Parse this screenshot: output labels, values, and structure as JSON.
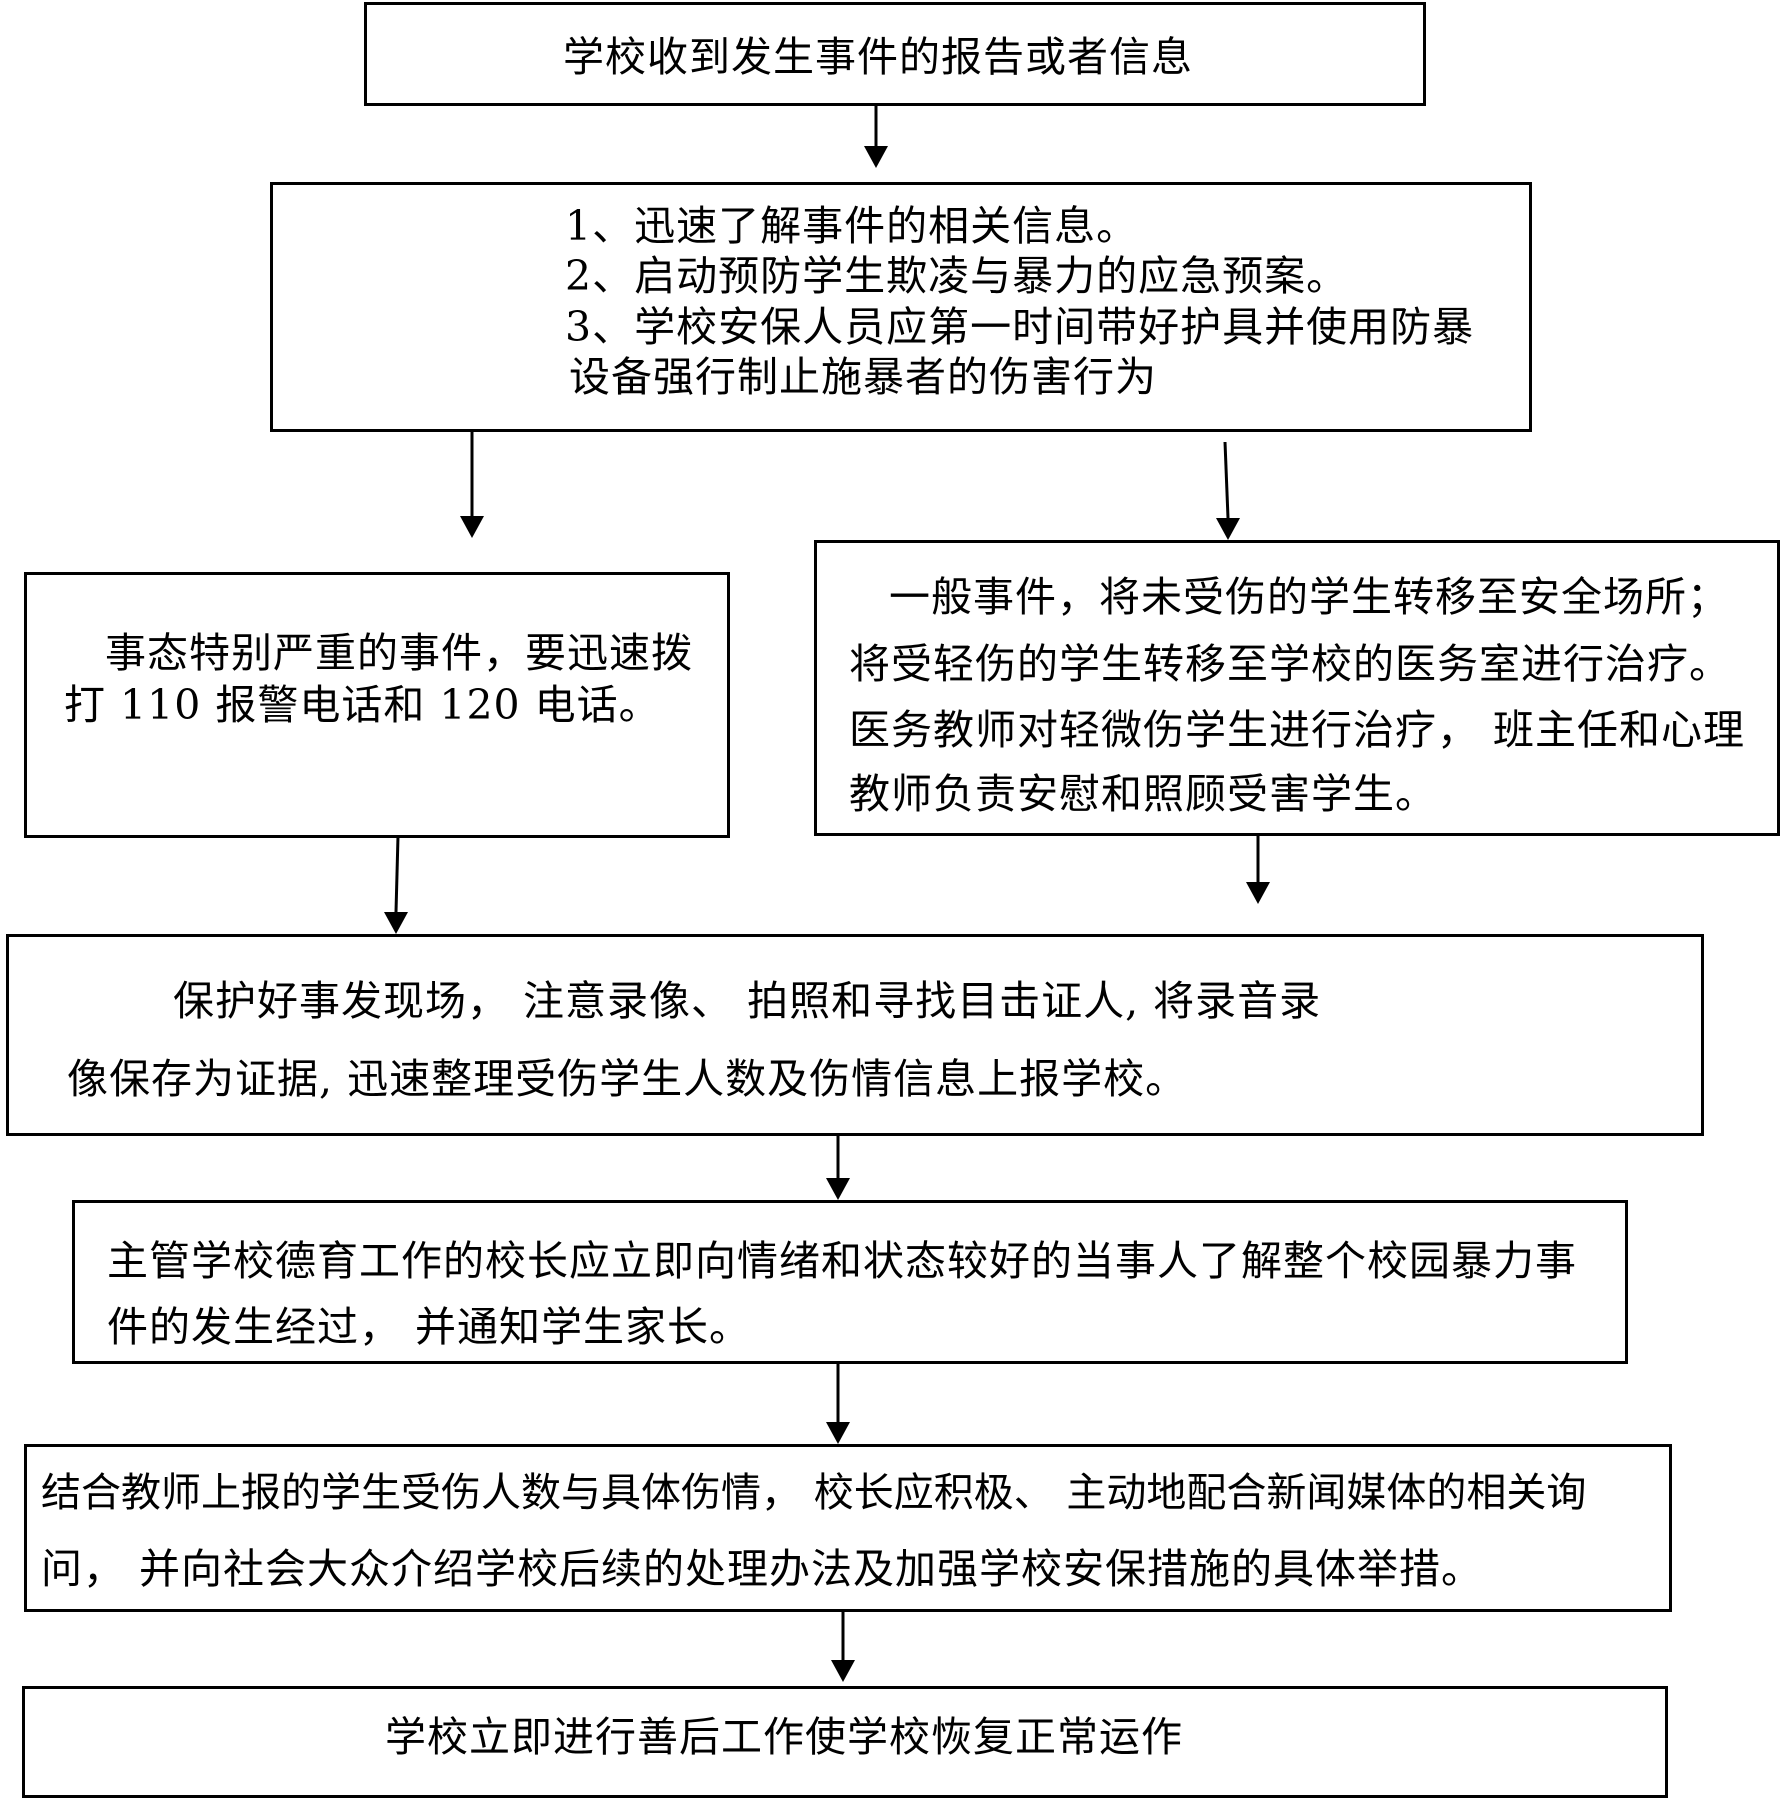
{
  "flowchart": {
    "step1": {
      "text": "学校收到发生事件的报告或者信息"
    },
    "step2": {
      "lines": [
        "1、迅速了解事件的相关信息。",
        "2、启动预防学生欺凌与暴力的应急预案。",
        "3、学校安保人员应第一时间带好护具并使用防暴",
        "设备强行制止施暴者的伤害行为"
      ]
    },
    "branch_severe": {
      "lines": [
        "事态特别严重的事件，要迅速拨",
        "打  110  报警电话和 120 电话。"
      ]
    },
    "branch_general": {
      "lines": [
        "一般事件，将未受伤的学生转移至安全场所；",
        "将受轻伤的学生转移至学校的医务室进行治疗。",
        "医务教师对轻微伤学生进行治疗， 班主任和心理",
        "教师负责安慰和照顾受害学生。"
      ]
    },
    "step3": {
      "lines": [
        "保护好事发现场， 注意录像、 拍照和寻找目击证人, 将录音录",
        "像保存为证据, 迅速整理受伤学生人数及伤情信息上报学校。"
      ]
    },
    "step4": {
      "lines": [
        "主管学校德育工作的校长应立即向情绪和状态较好的当事人了解整个校园暴力事",
        "件的发生经过， 并通知学生家长。"
      ]
    },
    "step5": {
      "lines": [
        "结合教师上报的学生受伤人数与具体伤情， 校长应积极、 主动地配合新闻媒体的相关询",
        "问， 并向社会大众介绍学校后续的处理办法及加强学校安保措施的具体举措。"
      ]
    },
    "step6": {
      "text": "学校立即进行善后工作使学校恢复正常运作"
    }
  }
}
